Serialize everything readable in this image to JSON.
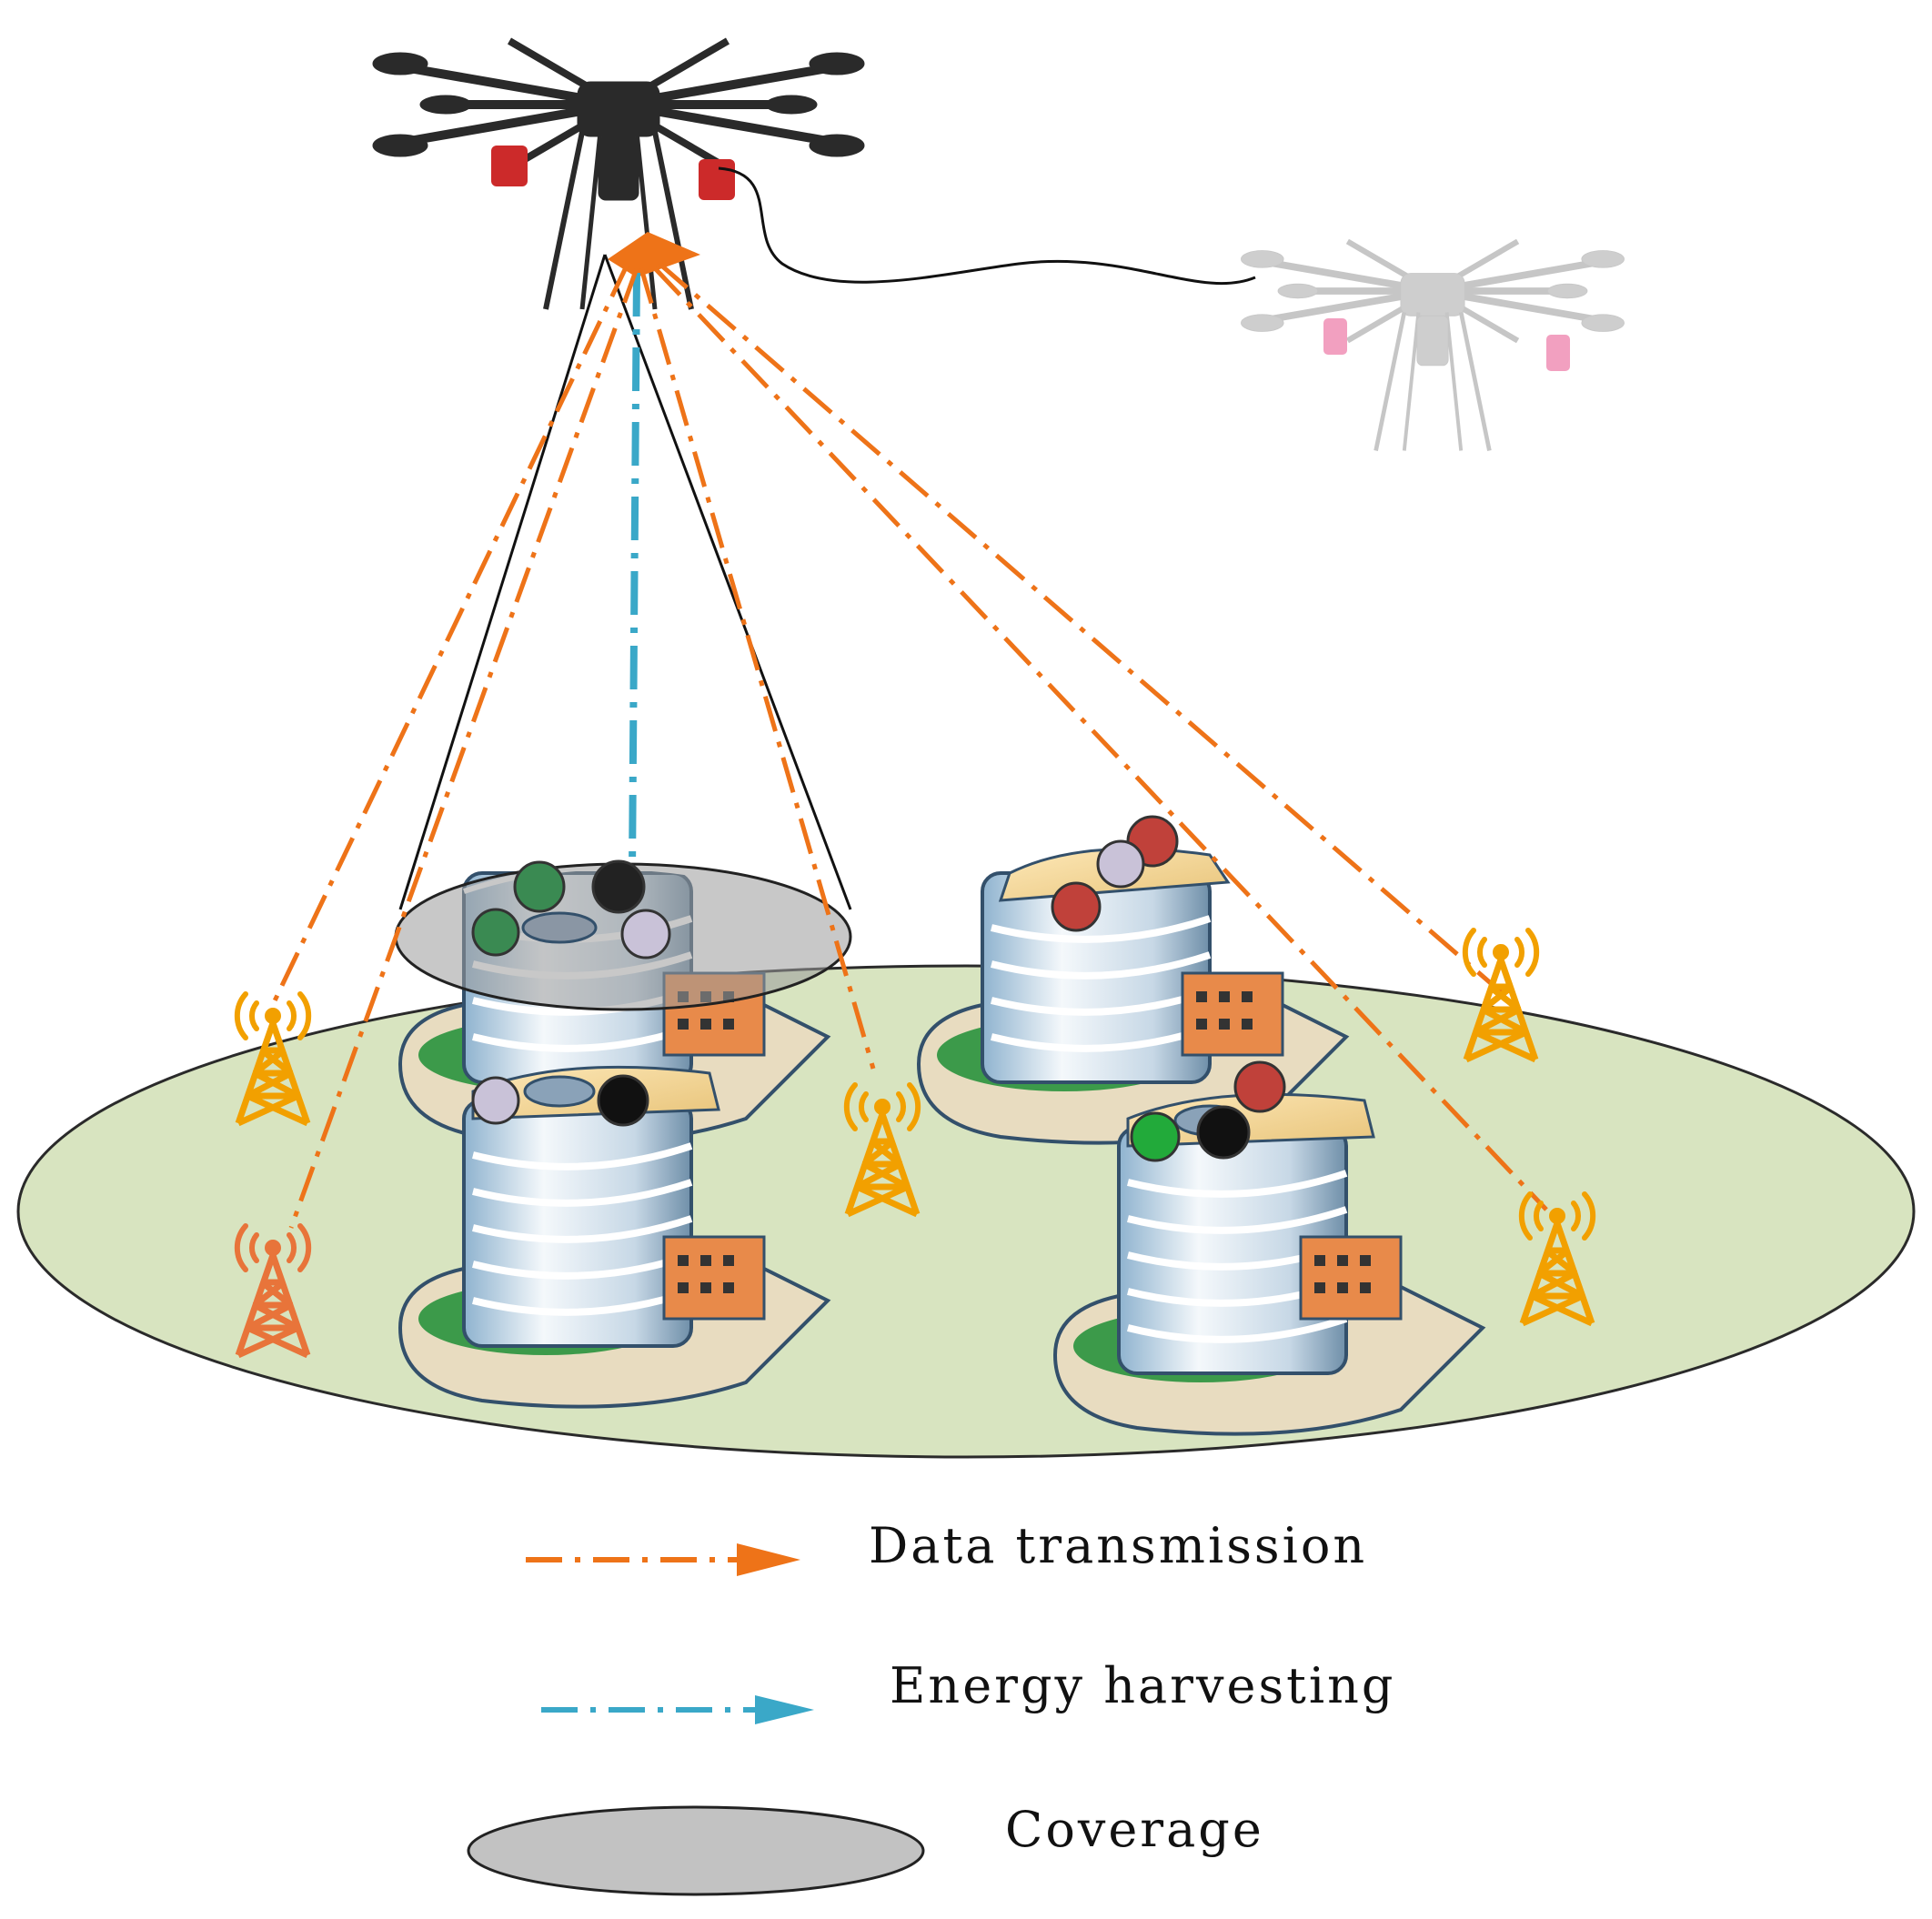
{
  "legend": {
    "data_transmission": "Data transmission",
    "energy_harvesting": "Energy harvesting",
    "coverage": "Coverage"
  },
  "colors": {
    "data_transmission": "#ee7318",
    "energy_harvesting": "#3aa8c8",
    "coverage_fill": "#9a9a9a",
    "ground": "#d8e4c0",
    "tower": "#f2a000",
    "tower_orange": "#e8743a",
    "user_green": "#3a8a52",
    "user_black": "#222222",
    "user_lavender": "#c9c2d8",
    "user_red": "#c0413a"
  },
  "icons": [
    "uav-drone-icon",
    "secondary-uav-drone-icon",
    "cell-tower-icon",
    "office-building-icon",
    "ground-user-icon"
  ]
}
